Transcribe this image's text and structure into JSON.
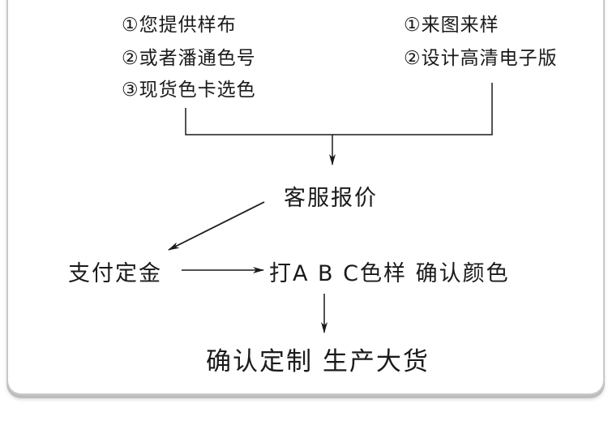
{
  "left_options": [
    "①您提供样布",
    "②或者潘通色号",
    "③现货色卡选色"
  ],
  "right_options": [
    "①来图来样",
    "②设计高清电子版"
  ],
  "steps": {
    "quote": "客服报价",
    "deposit": "支付定金",
    "sample": "打A B C色样 确认颜色",
    "production": "确认定制 生产大货"
  },
  "colors": {
    "line": "#1a1a1a",
    "text": "#1a1a1a",
    "card_border": "#c9c9c9"
  }
}
